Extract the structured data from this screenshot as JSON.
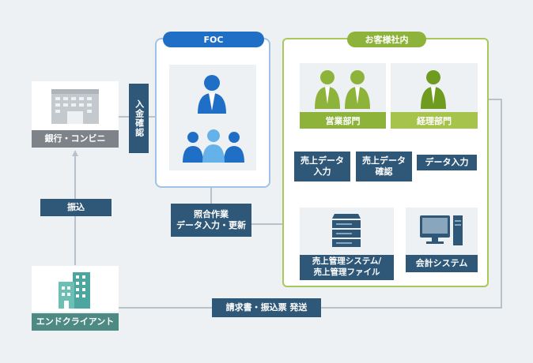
{
  "foc": {
    "title": "FOC"
  },
  "client": {
    "title": "お客様社内"
  },
  "bank": {
    "label": "銀行・コンビニ"
  },
  "end_client": {
    "label": "エンドクライアント"
  },
  "nyukin": {
    "label": "入金確認"
  },
  "furikomi": {
    "label": "振込"
  },
  "shogo": {
    "line1": "照合作業",
    "line2": "データ入力・更新"
  },
  "eigyo": {
    "label": "営業部門"
  },
  "keiri": {
    "label": "経理部門"
  },
  "uriage_input": {
    "line1": "売上データ",
    "line2": "入力"
  },
  "uriage_check": {
    "line1": "売上データ",
    "line2": "確認"
  },
  "data_input": {
    "label": "データ入力"
  },
  "sales_system": {
    "line1": "売上管理システム/",
    "line2": "売上管理ファイル"
  },
  "accounting": {
    "label": "会計システム"
  },
  "invoice": {
    "label": "請求書・振込票 発送"
  },
  "colors": {
    "navy": "#2f5878",
    "blue": "#1f6fc6",
    "green": "#8db33a",
    "arrow": "#b9c2cb"
  }
}
